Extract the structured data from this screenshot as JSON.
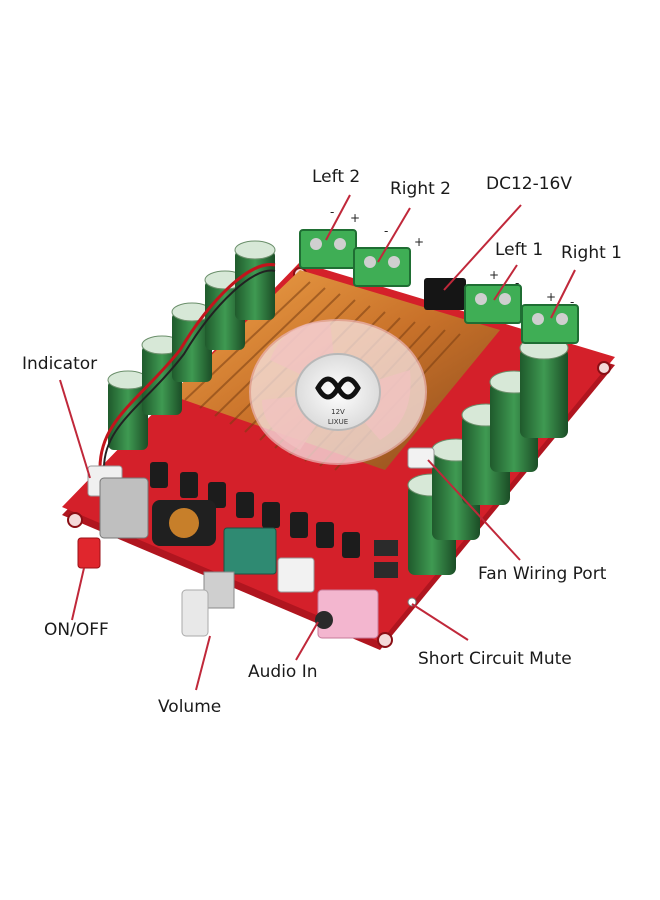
{
  "labels": {
    "left2": "Left 2",
    "right2": "Right 2",
    "dc": "DC12-16V",
    "left1": "Left 1",
    "right1": "Right 1",
    "indicator": "Indicator",
    "fan_port": "Fan Wiring Port",
    "on_off": "ON/OFF",
    "short_mute": "Short Circuit Mute",
    "audio_in": "Audio In",
    "volume": "Volume"
  },
  "polarity": {
    "minus": "-",
    "plus": "+"
  },
  "fan_text": {
    "line1": "12V",
    "line2": "LIXUE"
  },
  "colors": {
    "board": "#d4202a",
    "heatsink": "#d98a2e",
    "terminal": "#3fae55",
    "capacitor": "#2f7a3e",
    "pointer": "#c0283a",
    "audio_jack": "#f3b6cf"
  }
}
